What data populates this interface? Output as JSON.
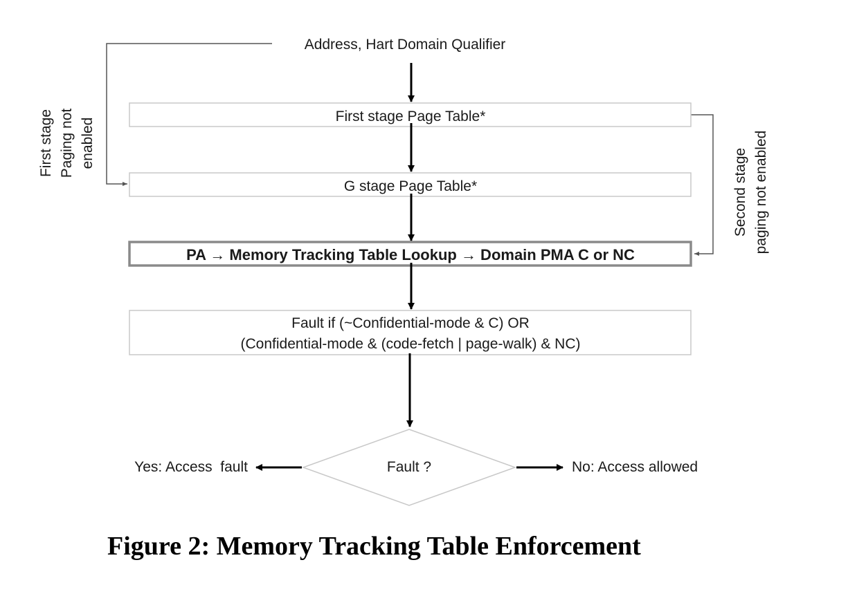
{
  "diagram": {
    "input_label": "Address, Hart Domain Qualifier",
    "first_stage_box": "First stage Page Table*",
    "g_stage_box": "G stage Page Table*",
    "lookup_box": "PA → Memory Tracking Table Lookup → Domain PMA C or NC",
    "fault_box_line1": "Fault if (~Confidential-mode & C) OR",
    "fault_box_line2": "(Confidential-mode & (code-fetch | page-walk) & NC)",
    "decision_label": "Fault ?",
    "yes_label": "Yes: Access  fault",
    "no_label": "No: Access allowed",
    "left_bypass_line1": "First stage",
    "left_bypass_line2": "Paging not",
    "left_bypass_line3": "enabled",
    "right_bypass_line1": "Second stage",
    "right_bypass_line2": "paging not enabled"
  },
  "caption": "Figure 2: Memory Tracking Table Enforcement",
  "colors": {
    "box_border": "#c8c8c8",
    "lookup_border": "#8a8a8a",
    "arrow": "#000000",
    "connector": "#555555"
  }
}
